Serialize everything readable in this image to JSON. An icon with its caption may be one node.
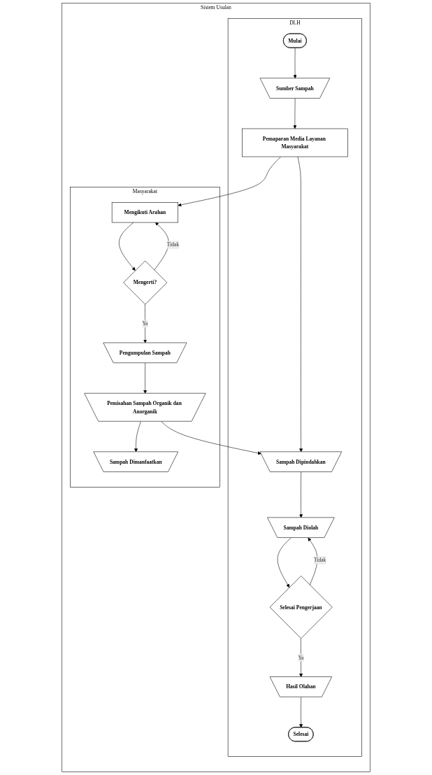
{
  "diagram": {
    "nodes": [
      {
        "text": [
          "Sistem Usulan"
        ]
      },
      {
        "text": [
          "DLH"
        ],
        "in": 0
      },
      {
        "text": [
          "Masyarakat"
        ],
        "in": 0
      },
      {
        "text": [
          "Mulai"
        ],
        "in": 1
      },
      {
        "text": [
          "Sumber Sampah"
        ],
        "in": 1
      },
      {
        "text": [
          "Pemaparan Media Layanan Masyarakat"
        ],
        "in": 1
      },
      {
        "text": [
          "Mengikuti Arahan"
        ],
        "in": 2
      },
      {
        "text": [
          "Sampah Dipindahkan"
        ],
        "in": 1
      },
      {
        "text": [
          "Mengerti?"
        ],
        "in": 2
      },
      {
        "text": [
          "Sampah Diolah"
        ],
        "in": 1
      },
      {
        "text": [
          "Pengumpulan Sampah"
        ],
        "in": 2
      },
      {
        "text": [
          "Selesai Pengerjaan"
        ],
        "in": 1
      },
      {
        "text": [
          "Pemisahan Sampah Organik dan Anorganik"
        ],
        "in": 2
      },
      {
        "text": [
          "Hasil Olahan"
        ],
        "in": 1
      },
      {
        "text": [
          "Sampah Dimanfaatkan"
        ],
        "in": 2
      },
      {
        "text": [
          "Selesai"
        ],
        "in": 1
      }
    ],
    "edges": [
      {
        "from": 3,
        "to": 4,
        "arrow": "to"
      },
      {
        "from": 4,
        "to": 5,
        "arrow": "to"
      },
      {
        "from": 5,
        "to": 6,
        "arrow": "to"
      },
      {
        "from": 5,
        "to": 7,
        "arrow": "to"
      },
      {
        "from": 6,
        "to": 8,
        "arrow": "to"
      },
      {
        "from": 8,
        "to": 6,
        "label": "Tidak",
        "arrow": "to"
      },
      {
        "from": 8,
        "to": 10,
        "label": "Ya",
        "arrow": "to"
      },
      {
        "from": 10,
        "to": 12,
        "arrow": "to"
      },
      {
        "from": 12,
        "to": 7,
        "arrow": "to"
      },
      {
        "from": 12,
        "to": 14,
        "arrow": "to"
      },
      {
        "from": 7,
        "to": 9,
        "arrow": "to"
      },
      {
        "from": 9,
        "to": 11,
        "arrow": "to"
      },
      {
        "from": 11,
        "to": 9,
        "label": "Tidak",
        "arrow": "to"
      },
      {
        "from": 11,
        "to": 13,
        "label": "Ya",
        "arrow": "to"
      },
      {
        "from": 13,
        "to": 15,
        "arrow": "to"
      }
    ]
  }
}
